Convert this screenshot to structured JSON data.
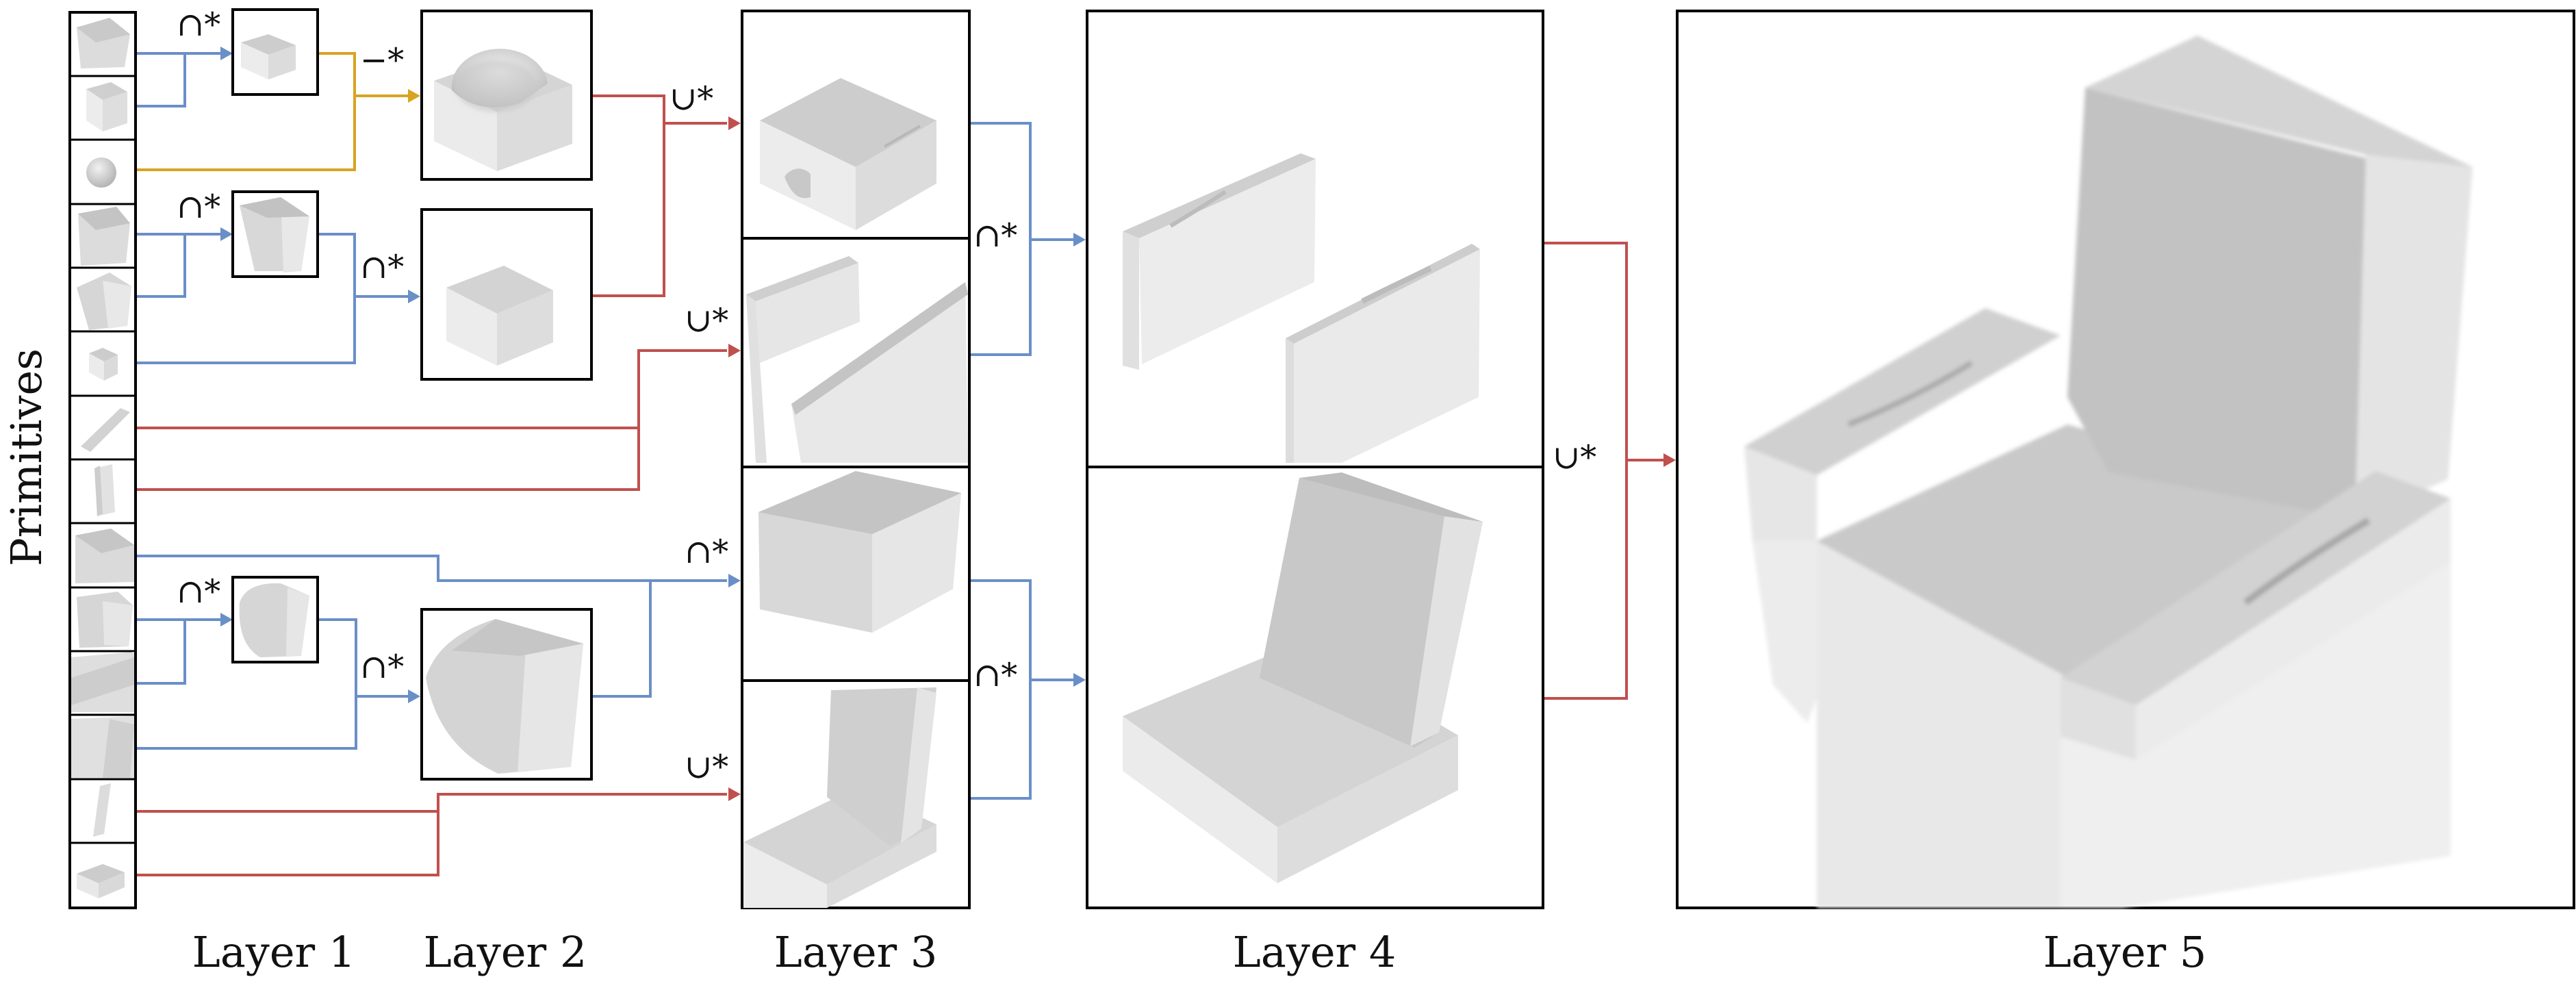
{
  "side_label": "Primitives",
  "layer_labels": [
    "Layer 1",
    "Layer 2",
    "Layer 3",
    "Layer 4",
    "Layer 5"
  ],
  "operators": {
    "intersection": "∩*",
    "union": "∪*",
    "difference": "−*"
  },
  "colors": {
    "intersection": "#6a8fc8",
    "union": "#c0504d",
    "difference": "#d9a320"
  }
}
